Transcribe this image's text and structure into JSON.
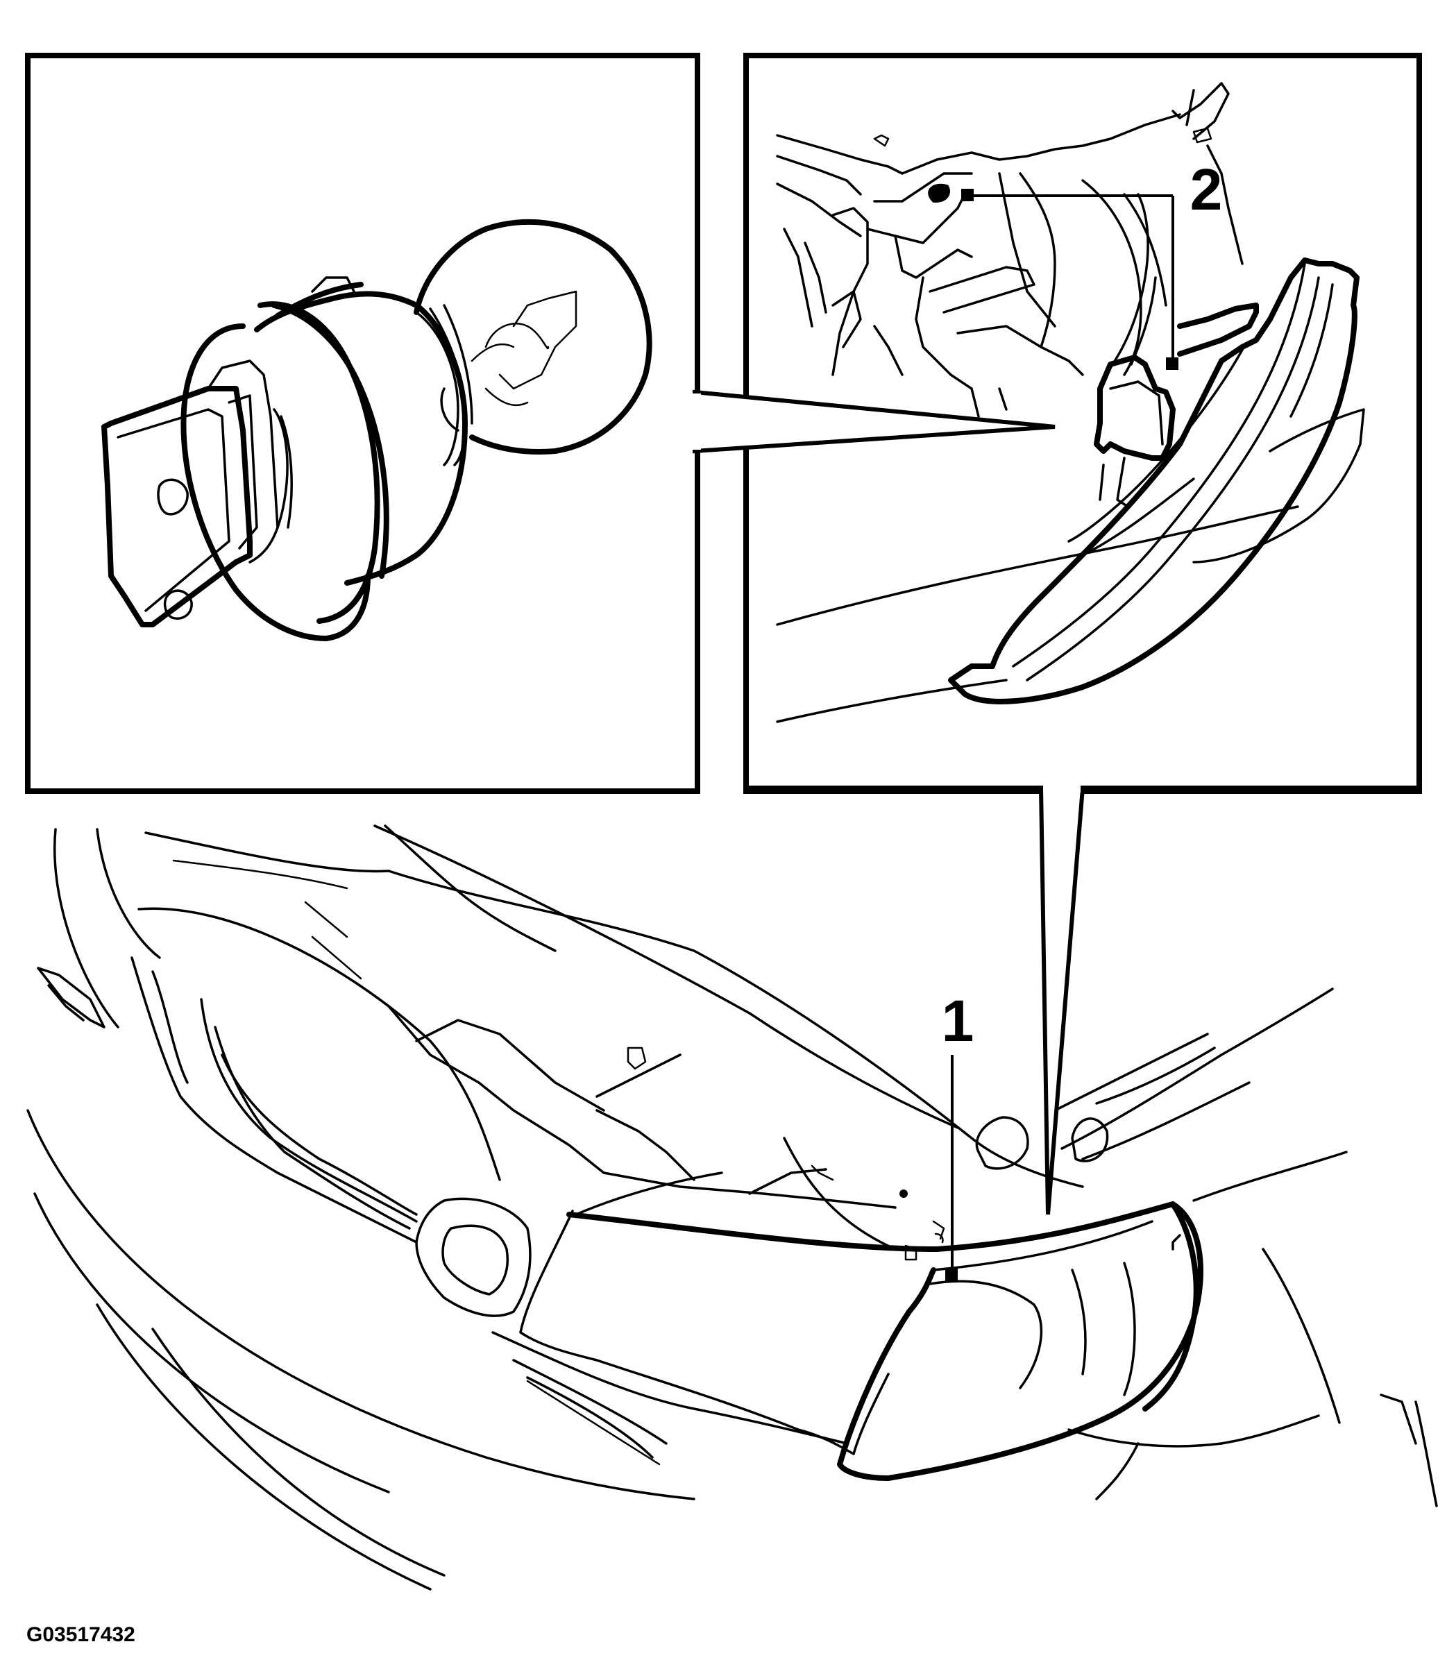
{
  "callouts": {
    "one": "1",
    "two": "2"
  },
  "figure_id": "G03517432"
}
